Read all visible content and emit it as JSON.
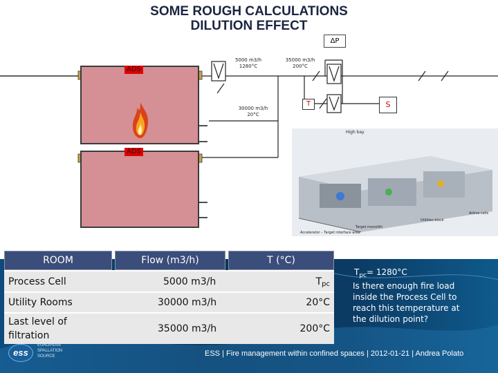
{
  "title": {
    "line1": "SOME ROUGH CALCULATIONS",
    "line2": "DILUTION EFFECT"
  },
  "diagram": {
    "delta_p": "ΔP",
    "ads_top": "ADS",
    "ads_bottom": "ADS",
    "flow_process": "5000 m3/h\n1280°C",
    "flow_mixed": "35000 m3/h\n200°C",
    "flow_utility": "30000 m3/h\n20°C",
    "t_box": "T",
    "s_box": "S"
  },
  "facility_image": {
    "high_bay": "High bay",
    "active_cells": "Active cells",
    "utilities_block": "Utilities block",
    "target_monolith": "Target monolith",
    "accelerator": "Accelerator – Target interface area"
  },
  "table": {
    "headers": [
      "ROOM",
      "Flow (m3/h)",
      "T (°C)"
    ],
    "rows": [
      {
        "room": "Process Cell",
        "flow": "5000 m3/h",
        "temp_base": "T",
        "temp_sub": "pc"
      },
      {
        "room": "Utility Rooms",
        "flow": "30000 m3/h",
        "temp_base": "20°C",
        "temp_sub": ""
      },
      {
        "room": "Last level of filtration",
        "flow": "35000 m3/h",
        "temp_base": "200°C",
        "temp_sub": ""
      }
    ]
  },
  "note": {
    "tpc_base": "T",
    "tpc_sub": "pc",
    "tpc_val": "= 1280°C",
    "question": "Is there enough fire load inside the Process Cell to reach this temperature at the dilution point?"
  },
  "footer": {
    "logo_ess": "ess",
    "logo_line1": "EUROPEAN",
    "logo_line2": "SPALLATION",
    "logo_line3": "SOURCE",
    "text": "ESS | Fire management within confined spaces | 2012-01-21 | Andrea Polato"
  },
  "colors": {
    "room_fill": "#d49095",
    "ads_tag": "#e00000",
    "table_header": "#3b4d7a",
    "bottom_band": "#0b3a63"
  }
}
